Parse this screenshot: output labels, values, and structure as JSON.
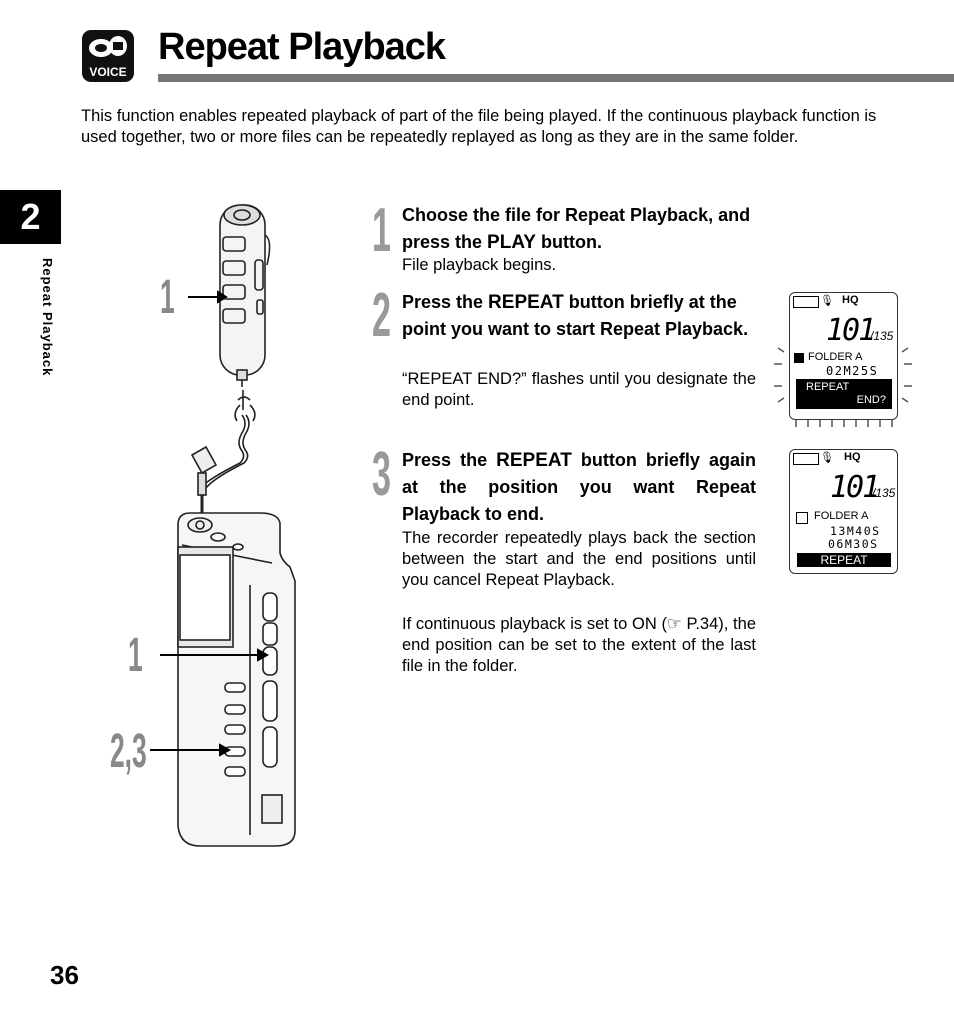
{
  "header": {
    "logo_text": "VOICE",
    "title": "Repeat Playback"
  },
  "intro": "This function enables repeated playback of part of the file being played. If the continuous playback function is used together, two or more files can be repeatedly replayed as long as they are in the same folder.",
  "sidebar": {
    "chapter": "2",
    "section_label": "Repeat Playback"
  },
  "figure": {
    "labels": [
      "1",
      "1",
      "2,3"
    ]
  },
  "steps": [
    {
      "number": "1",
      "heading_pre": "Choose the file for Repeat Playback, and press the ",
      "heading_key": "PLAY",
      "heading_post": " button.",
      "body": "File playback begins."
    },
    {
      "number": "2",
      "heading_pre": "Press the ",
      "heading_key": "REPEAT",
      "heading_post": " button briefly at the point you want to start Repeat Playback.",
      "body": "“REPEAT END?” flashes until you designate the end point."
    },
    {
      "number": "3",
      "heading_pre": "Press the ",
      "heading_key": "REPEAT",
      "heading_post": " button briefly again at the position you want Repeat Playback to end.",
      "body": "The recorder repeatedly plays back the section between the start and the end positions until you cancel Repeat Playback.",
      "body2": "If continuous playback is set to ON (☞ P.34), the end position can be set to the extent of the last file in the folder."
    }
  ],
  "lcd1": {
    "quality": "HQ",
    "file_number": "101",
    "file_total": "/135",
    "folder": "FOLDER A",
    "time": "02M25S",
    "message_line1": "REPEAT",
    "message_line2": "END?"
  },
  "lcd2": {
    "quality": "HQ",
    "file_number": "101",
    "file_total": "/135",
    "folder": "FOLDER A",
    "time1": "13M40S",
    "time2": "06M30S",
    "message": "REPEAT"
  },
  "footer": {
    "page_number": "36"
  }
}
